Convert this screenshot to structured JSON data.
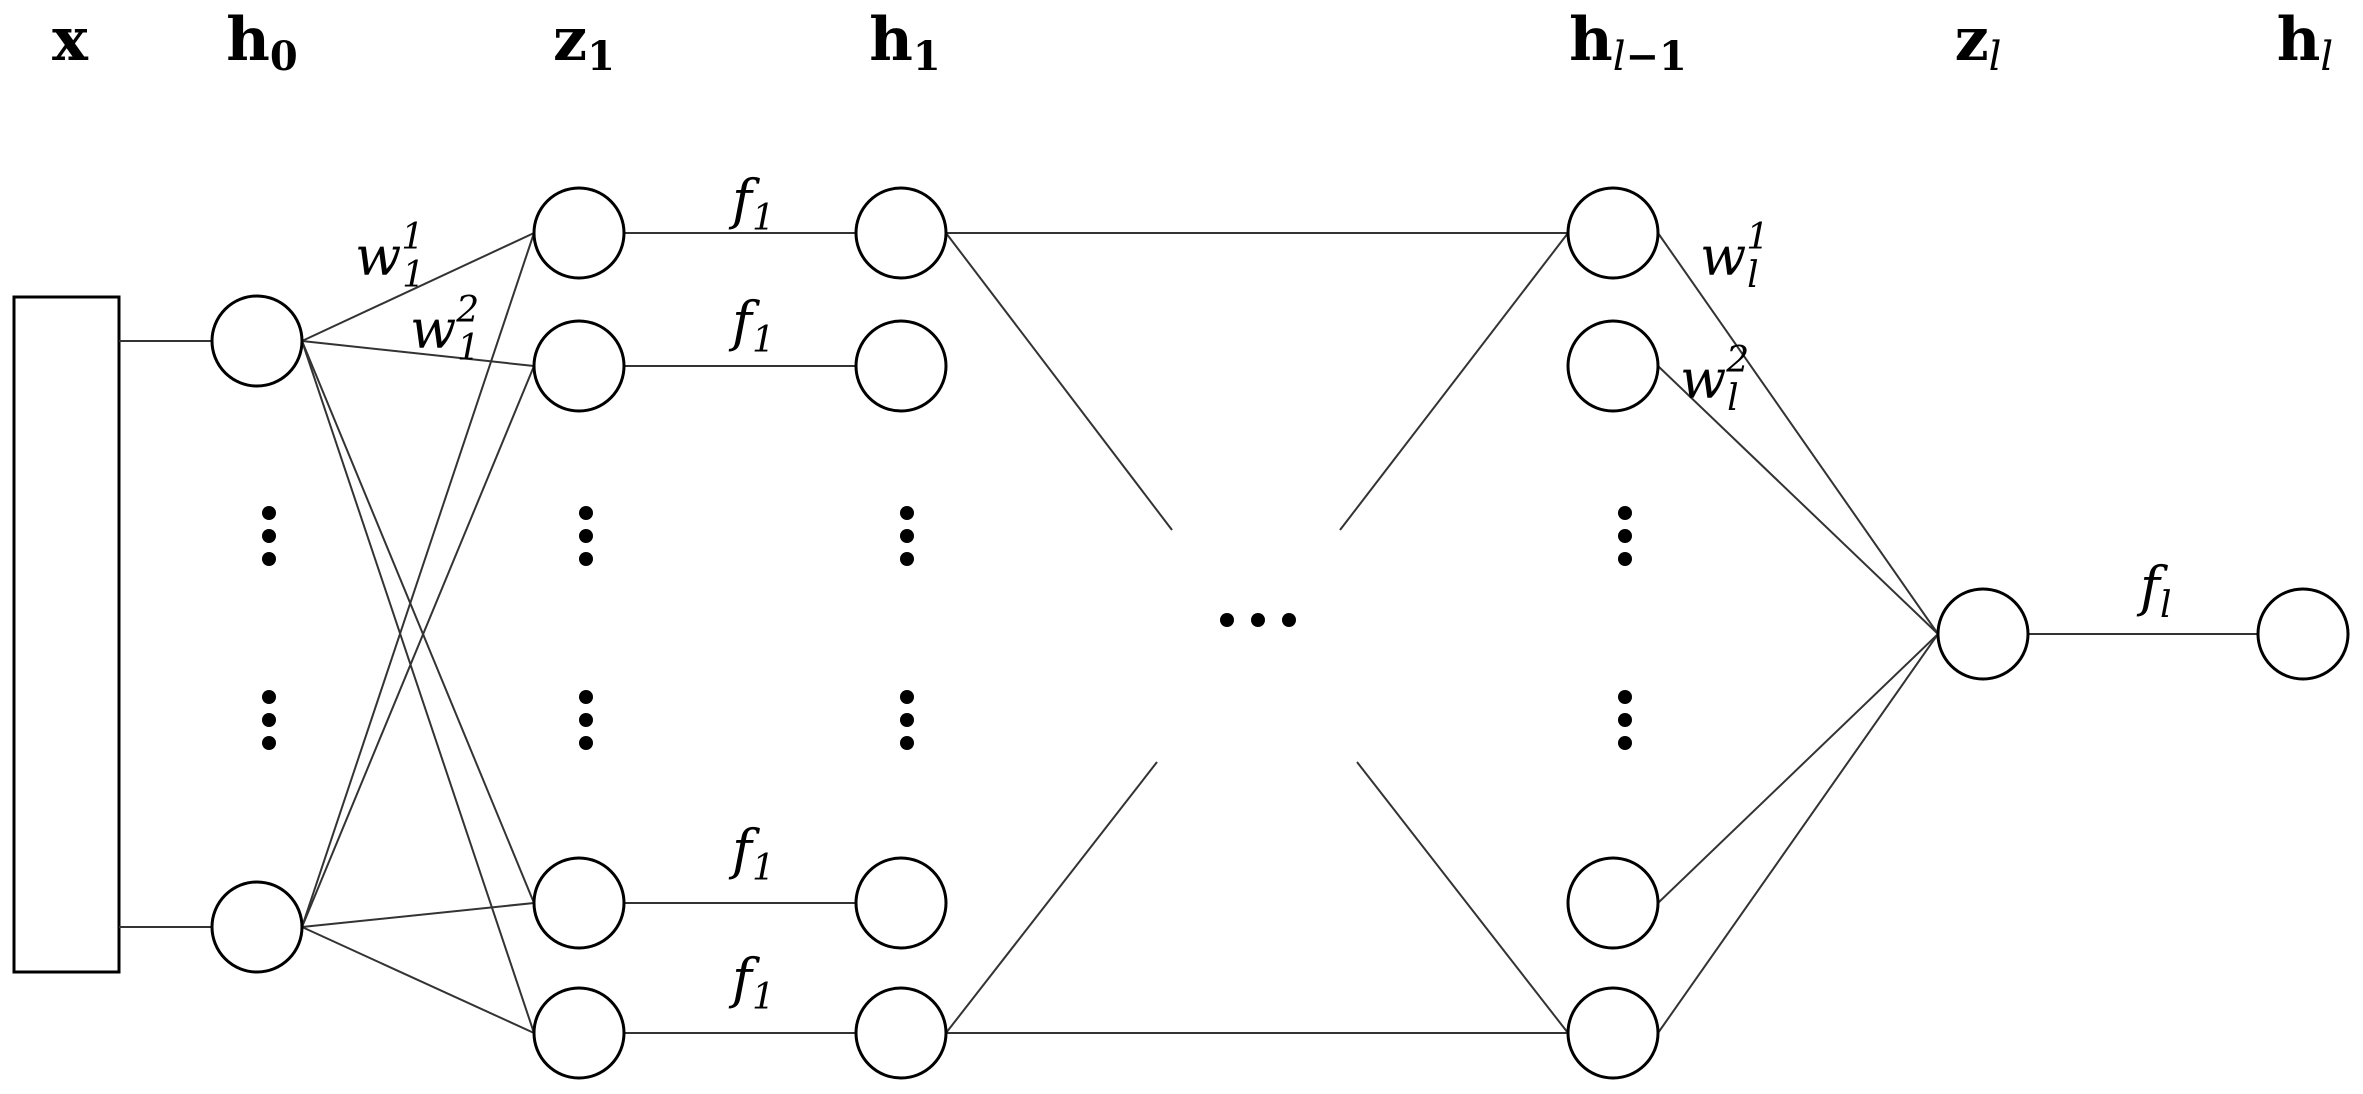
{
  "diagram": {
    "layer_headers": [
      {
        "id": "x",
        "main": "x",
        "sub": "",
        "sub_italic": ""
      },
      {
        "id": "h0",
        "main": "h",
        "sub": "0",
        "sub_italic": ""
      },
      {
        "id": "z1",
        "main": "z",
        "sub": "1",
        "sub_italic": ""
      },
      {
        "id": "h1",
        "main": "h",
        "sub": "1",
        "sub_italic": ""
      },
      {
        "id": "hl-1",
        "main": "h",
        "sub": "−1",
        "sub_italic": "l"
      },
      {
        "id": "zl",
        "main": "z",
        "sub": "",
        "sub_italic": "l"
      },
      {
        "id": "hl",
        "main": "h",
        "sub": "",
        "sub_italic": "l"
      }
    ],
    "edge_labels": {
      "w1_1": {
        "base": "w",
        "sub": "1",
        "sup": "1"
      },
      "w1_2": {
        "base": "w",
        "sub": "1",
        "sup": "2"
      },
      "wl_1": {
        "base": "w",
        "sub": "l",
        "sup": "1"
      },
      "wl_2": {
        "base": "w",
        "sub": "l",
        "sup": "2"
      },
      "f1": {
        "base": "f",
        "sub": "1"
      },
      "fl": {
        "base": "f",
        "sub": "l"
      }
    },
    "ellipsis_center": "⋯"
  }
}
